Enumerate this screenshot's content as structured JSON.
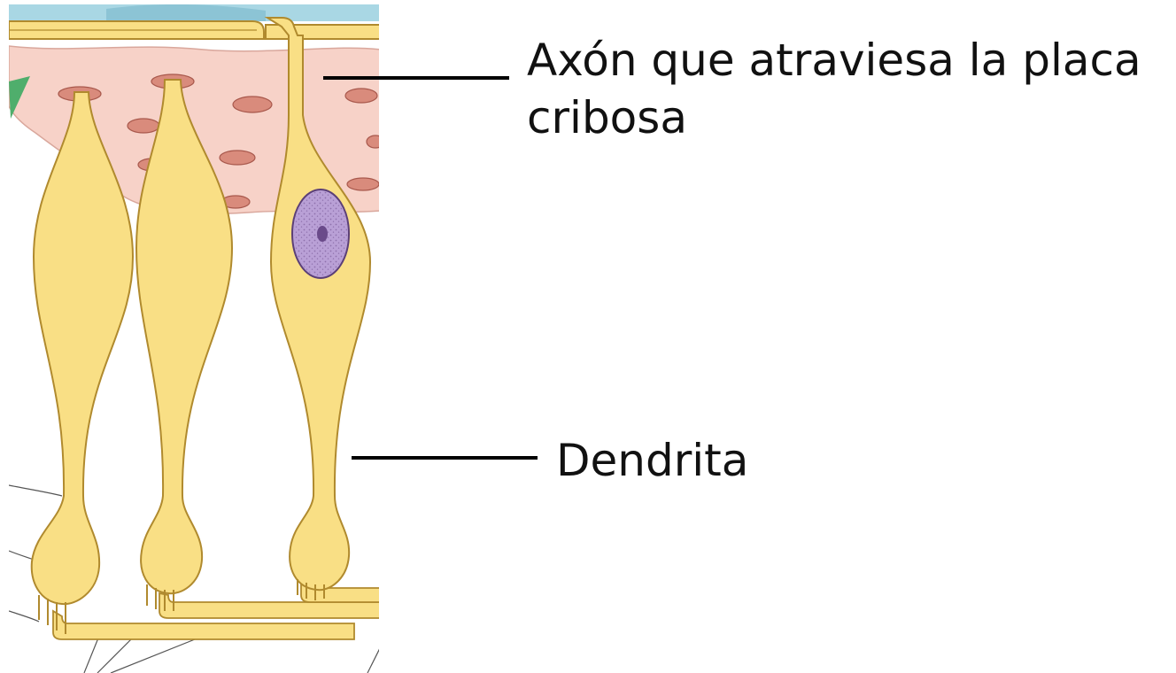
{
  "labels": {
    "axon_line1": "Axón  que atraviesa la placa",
    "axon_line2": "cribosa",
    "dendrite": "Dendrita"
  },
  "colors": {
    "cell_fill": "#f9df85",
    "cell_stroke": "#b08a2e",
    "lamina": "#f7d2c8",
    "pore_fill": "#d98b7c",
    "nucleus": "#b9a0d6",
    "nucleus_dot": "#6a4a8a",
    "top_strip": "#a9d7e4",
    "wedge": "#4fae6c",
    "leader": "#000000"
  }
}
